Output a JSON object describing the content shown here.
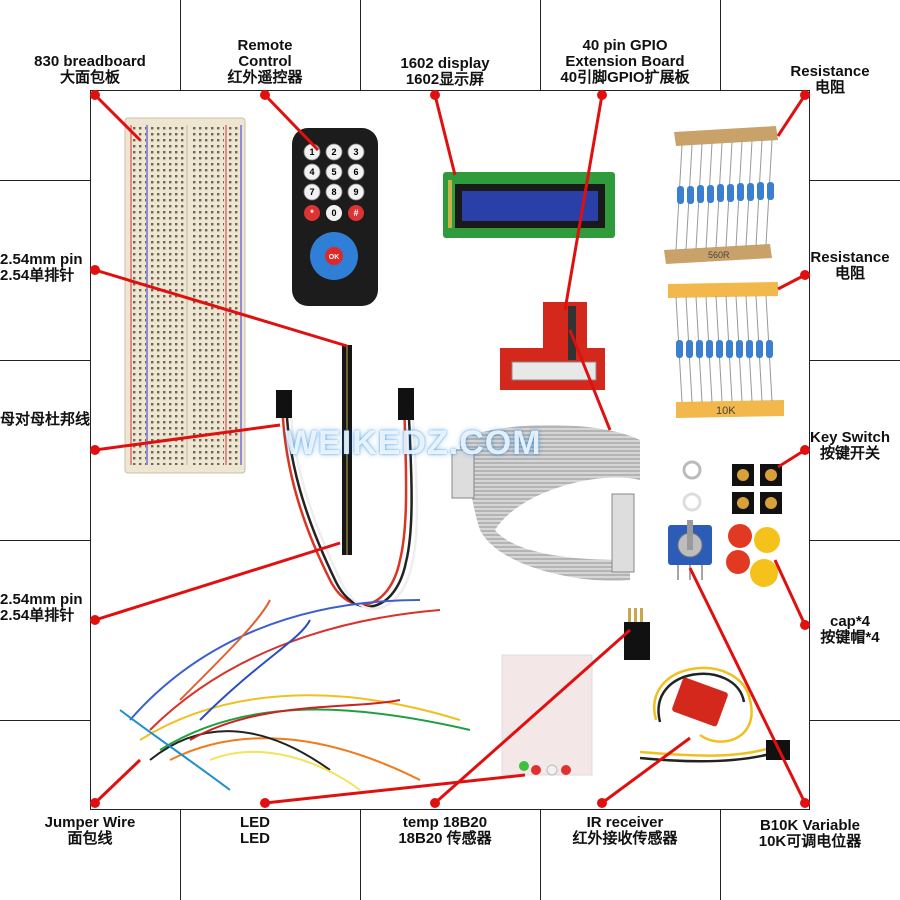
{
  "labels": {
    "breadboard": {
      "en": "830 breadboard",
      "zh": "大面包板"
    },
    "remote": {
      "en1": "Remote",
      "en2": "Control",
      "zh": "红外遥控器"
    },
    "display": {
      "en": "1602 display",
      "zh": "1602显示屏"
    },
    "gpio": {
      "en1": "40 pin GPIO",
      "en2": "Extension Board",
      "zh": "40引脚GPIO扩展板"
    },
    "resistance1": {
      "en": "Resistance",
      "zh": "电阻"
    },
    "resistance2": {
      "en": "Resistance",
      "zh": "电阻"
    },
    "pin1": {
      "en": "2.54mm pin",
      "zh": "2.54单排针"
    },
    "dupont": {
      "zh": "母对母杜邦线"
    },
    "key_switch": {
      "en": "Key Switch",
      "zh": "按键开关"
    },
    "pin2": {
      "en": "2.54mm pin",
      "zh": "2.54单排针"
    },
    "cap": {
      "en": "cap*4",
      "zh": "按键帽*4"
    },
    "jumper": {
      "en": "Jumper Wire",
      "zh": "面包线"
    },
    "led": {
      "en": "LED",
      "zh": "LED"
    },
    "temp": {
      "en": "temp 18B20",
      "zh": "18B20 传感器"
    },
    "ir": {
      "en": "IR receiver",
      "zh": "红外接收传感器"
    },
    "b10k": {
      "en": "B10K Variable",
      "zh": "10K可调电位器"
    }
  },
  "watermark": "WEIKEDZ.COM",
  "resistor_tags": {
    "top": "560R",
    "bottom": "10K"
  },
  "remote_keys": [
    "1",
    "2",
    "3",
    "4",
    "5",
    "6",
    "7",
    "8",
    "9",
    "*",
    "0",
    "#",
    "OK"
  ],
  "colors": {
    "leader": "#e01010",
    "breadboard": "#efe6d2",
    "lcd_board": "#2f9b3a",
    "lcd_screen": "#2a3fa8",
    "gpio_board": "#d4281c",
    "ribbon": "#c9c9c9",
    "remote_body": "#1c1c1c",
    "tape_top": "#c9a26a",
    "tape_bottom": "#f2b84b",
    "cap_yellow": "#f4c21a",
    "cap_red": "#e23a22"
  }
}
